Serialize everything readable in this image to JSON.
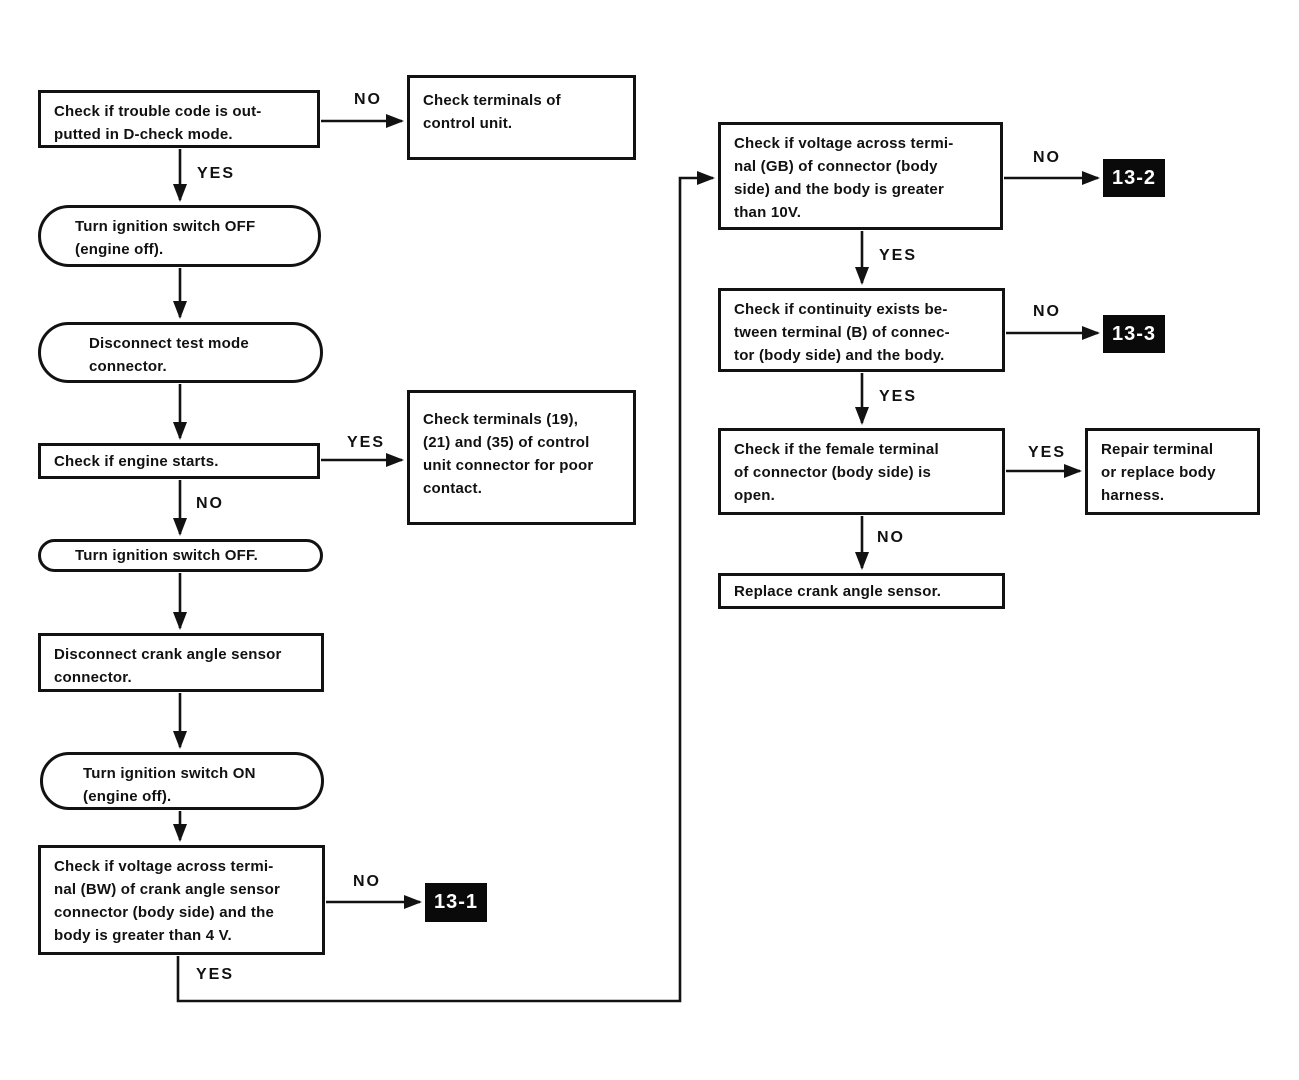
{
  "colors": {
    "background": "#ffffff",
    "ink": "#121212",
    "ref_background": "#0a0a0a",
    "ref_text": "#ffffff"
  },
  "labels": {
    "yes": "YES",
    "no": "NO"
  },
  "nodes": {
    "trouble_code": {
      "text": "Check if trouble code is out-\nputted in D-check mode."
    },
    "check_terminals_control_unit": {
      "text": "Check terminals of\ncontrol unit."
    },
    "ignition_off_engine_off": {
      "text": "Turn ignition switch OFF\n(engine off)."
    },
    "disconnect_test_mode": {
      "text": "Disconnect test mode\nconnector."
    },
    "engine_starts": {
      "text": "Check if engine starts."
    },
    "check_terminals_19_21_35": {
      "text": "Check terminals (19),\n(21) and (35) of control\nunit connector for poor\ncontact."
    },
    "ignition_off": {
      "text": "Turn ignition switch OFF."
    },
    "disconnect_crank_sensor": {
      "text": "Disconnect crank angle sensor\nconnector."
    },
    "ignition_on_engine_off": {
      "text": "Turn ignition switch ON\n(engine off)."
    },
    "voltage_bw": {
      "text": "Check if voltage across termi-\nnal (BW) of crank angle sensor\nconnector (body side) and the\nbody is greater than 4 V."
    },
    "ref_13_1": {
      "text": "13-1"
    },
    "voltage_gb": {
      "text": "Check if voltage across termi-\nnal (GB) of connector (body\nside) and the body is greater\nthan 10V."
    },
    "ref_13_2": {
      "text": "13-2"
    },
    "continuity_b": {
      "text": "Check if continuity exists be-\ntween terminal (B) of connec-\ntor (body side) and the body."
    },
    "ref_13_3": {
      "text": "13-3"
    },
    "female_terminal_open": {
      "text": "Check if the female terminal\nof connector (body side) is\nopen."
    },
    "repair_terminal": {
      "text": "Repair terminal\nor replace body\nharness."
    },
    "replace_crank_sensor": {
      "text": "Replace crank angle sensor."
    }
  }
}
